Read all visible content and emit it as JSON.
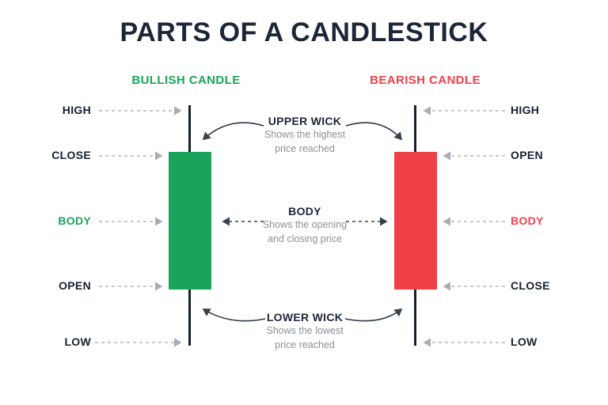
{
  "title": "PARTS OF A CANDLESTICK",
  "columns": {
    "bullish": {
      "label": "BULLISH CANDLE",
      "color": "#19A45A"
    },
    "bearish": {
      "label": "BEARISH CANDLE",
      "color": "#EF4048"
    }
  },
  "left_labels": [
    {
      "text": "HIGH"
    },
    {
      "text": "CLOSE"
    },
    {
      "text": "BODY"
    },
    {
      "text": "OPEN"
    },
    {
      "text": "LOW"
    }
  ],
  "right_labels": [
    {
      "text": "HIGH"
    },
    {
      "text": "OPEN"
    },
    {
      "text": "BODY"
    },
    {
      "text": "CLOSE"
    },
    {
      "text": "LOW"
    }
  ],
  "annotations": {
    "upper_wick": {
      "title": "UPPER WICK",
      "line1": "Shows the highest",
      "line2": "price reached"
    },
    "body": {
      "title": "BODY",
      "line1": "Shows the opening",
      "line2": "and closing price"
    },
    "lower_wick": {
      "title": "LOWER WICK",
      "line1": "Shows the lowest",
      "line2": "price reached"
    }
  },
  "colors": {
    "bullish_body": "#19A45A",
    "bearish_body": "#EF4048",
    "wick": "#16202E",
    "title_text": "#1D2638",
    "muted_text": "#8A9099",
    "side_arrow": "#B2B7BE",
    "center_arrow": "#39424F"
  }
}
